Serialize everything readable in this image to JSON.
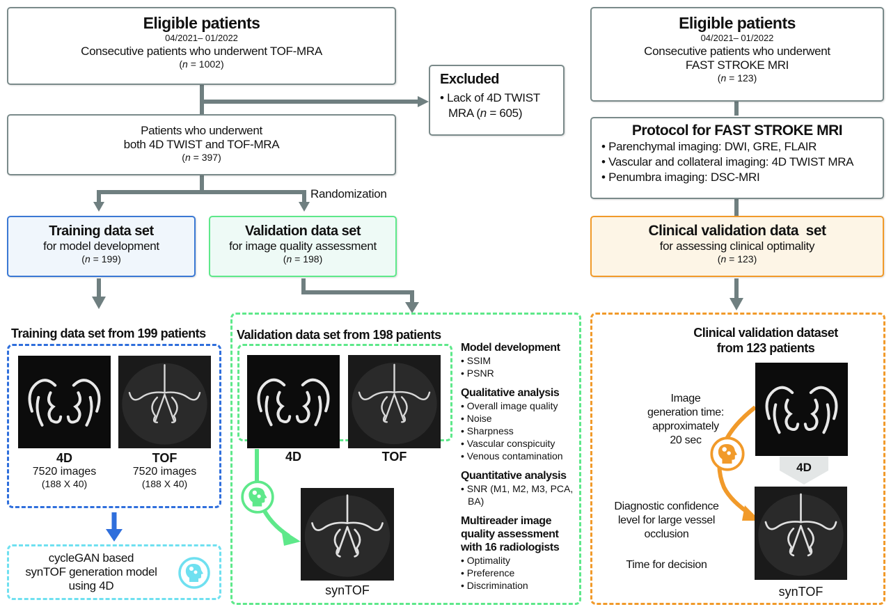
{
  "left_flow": {
    "eligible": {
      "title": "Eligible patients",
      "dates": "04/2021– 01/2022",
      "desc": "Consecutive patients who underwent TOF-MRA",
      "n_label": "n",
      "n_value": "1002"
    },
    "excluded": {
      "title": "Excluded",
      "items": [
        "Lack of 4D TWIST",
        "MRA ("
      ],
      "n_label": "n",
      "n_value": "605"
    },
    "both": {
      "line1": "Patients who underwent",
      "line2": "both 4D TWIST and TOF-MRA",
      "n_label": "n",
      "n_value": "397"
    },
    "randomization_label": "Randomization",
    "training": {
      "title": "Training data set",
      "subtitle": "for model development",
      "n_label": "n",
      "n_value": "199",
      "color": "#3a78d4"
    },
    "validation": {
      "title": "Validation data set",
      "subtitle": "for image quality assessment",
      "n_label": "n",
      "n_value": "198",
      "color": "#5ee88a"
    }
  },
  "right_flow": {
    "eligible": {
      "title": "Eligible patients",
      "dates": "04/2021– 01/2022",
      "desc_line1": "Consecutive patients who underwent",
      "desc_line2": "FAST STROKE MRI",
      "n_label": "n",
      "n_value": "123"
    },
    "protocol": {
      "title": "Protocol for FAST STROKE MRI",
      "items": [
        "Parenchymal imaging: DWI, GRE, FLAIR",
        "Vascular and collateral imaging: 4D TWIST MRA",
        "Penumbra imaging: DSC-MRI"
      ]
    },
    "clinical": {
      "title": "Clinical validation data  set",
      "subtitle": "for assessing clinical optimality",
      "n_label": "n",
      "n_value": "123",
      "color": "#f19a2a"
    }
  },
  "training_panel": {
    "title": "Training data set from 199 patients",
    "images": [
      {
        "label": "4D",
        "count": "7520 images",
        "dims": "(188 X 40)"
      },
      {
        "label": "TOF",
        "count": "7520 images",
        "dims": "(188 X 40)"
      }
    ],
    "model": {
      "line1": "cycleGAN based",
      "line2": "synTOF generation model",
      "line3": "using 4D"
    }
  },
  "validation_panel": {
    "title": "Validation data set from 198 patients",
    "images": [
      {
        "label": "4D"
      },
      {
        "label": "TOF"
      }
    ],
    "output_label": "synTOF",
    "groups": [
      {
        "head": [
          "Model development"
        ],
        "items": [
          "SSIM",
          "PSNR"
        ]
      },
      {
        "head": [
          "Qualitative analysis"
        ],
        "items": [
          "Overall image quality",
          "Noise",
          "Sharpness",
          "Vascular conspicuity",
          "Venous contamination"
        ]
      },
      {
        "head": [
          "Quantitative analysis"
        ],
        "items": [
          "SNR (M1, M2, M3, PCA,",
          "BA)"
        ]
      },
      {
        "head": [
          "Multireader image",
          "quality assessment",
          "with 16 radiologists"
        ],
        "items": [
          "Optimality",
          "Preference",
          "Discrimination"
        ]
      }
    ]
  },
  "clinical_panel": {
    "title_line1": "Clinical validation dataset",
    "title_line2": "from 123 patients",
    "gen_time": [
      "Image",
      "generation time:",
      "approximately",
      "20 sec"
    ],
    "confidence": [
      "Diagnostic confidence",
      "level for large vessel",
      "occlusion"
    ],
    "decision": "Time for decision",
    "input_label": "4D",
    "output_label": "synTOF"
  },
  "colors": {
    "connector": "#6f7f80",
    "blue": "#2f6fdc",
    "cyan": "#6fe0f0",
    "green": "#5ee88a",
    "orange": "#f19a2a"
  }
}
